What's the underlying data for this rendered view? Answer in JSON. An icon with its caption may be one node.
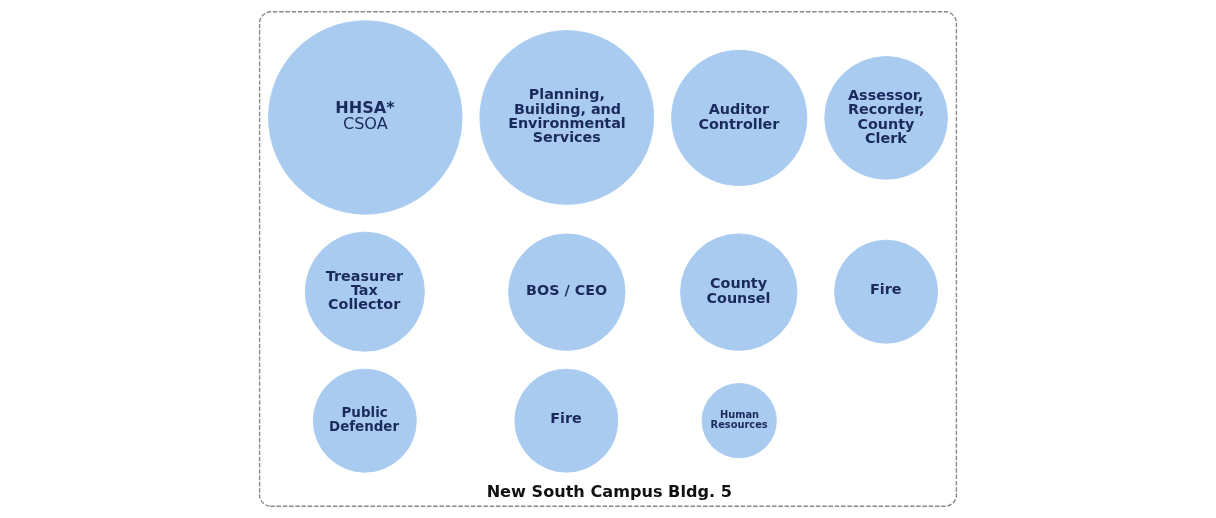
{
  "diagram": {
    "nodes": [
      {
        "text": [
          "New South Campus Bldg. 5"
        ]
      },
      {
        "text": [
          "Assessor, Recorder, County Clerk"
        ],
        "in": 0
      },
      {
        "text": [
          "BOS / CEO"
        ],
        "in": 0
      },
      {
        "text": [
          "Auditor Controller"
        ],
        "in": 0
      },
      {
        "text": [
          "Human Resources"
        ],
        "in": 0
      },
      {
        "text": [
          "Fire"
        ],
        "in": 0
      },
      {
        "text": [
          "Planning, Building, and Environmental Services"
        ],
        "in": 0
      },
      {
        "text": [
          "Public Defender"
        ],
        "in": 0
      },
      {
        "text": [
          "HHSA*",
          "CSOA"
        ],
        "in": 0
      },
      {
        "text": [
          "County Counsel"
        ],
        "in": 0
      },
      {
        "text": [
          "Fire"
        ],
        "in": 0
      },
      {
        "text": [
          "Treasurer Tax Collector"
        ],
        "in": 0
      }
    ],
    "edges": []
  }
}
